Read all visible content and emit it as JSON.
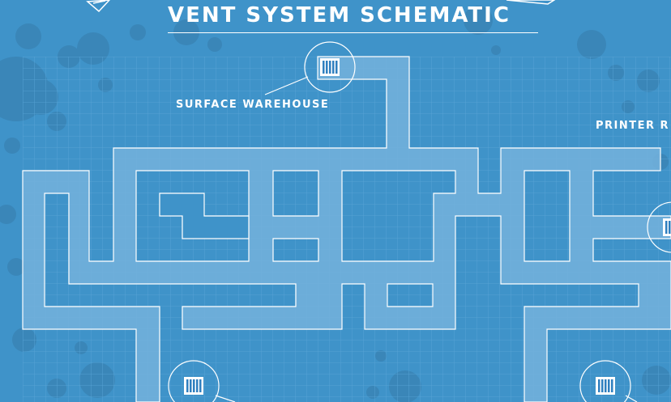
{
  "title": "Vent System Schematic",
  "locations": {
    "surface_warehouse": "Surface Warehouse",
    "printer_room": "Printer R"
  },
  "colors": {
    "background": "#3f93c9",
    "blob": "#3a86b8",
    "grid": "#5aa6d8",
    "vent_fill": "#74b2dc",
    "vent_stroke": "#ffffff",
    "grate": "#2f7fbf"
  },
  "icons": [
    "vent-grate-icon",
    "paper-plane-icon"
  ]
}
